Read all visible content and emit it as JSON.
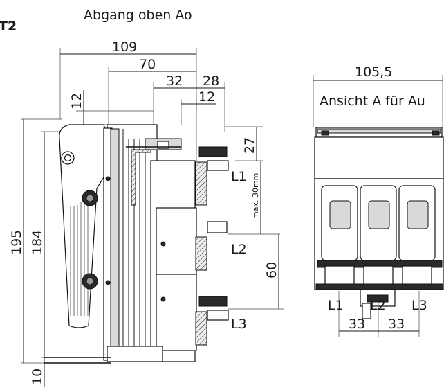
{
  "labels": {
    "code": "T2",
    "title": "Abgang oben Ao",
    "view_title": "Ansicht A für Au"
  },
  "dims_side": {
    "w109": "109",
    "w70": "70",
    "w32": "32",
    "w28": "28",
    "w12a": "12",
    "v12": "12",
    "v27": "27",
    "v195": "195",
    "v184": "184",
    "v60": "60",
    "v10": "10",
    "vmax": "max. 30mm"
  },
  "dims_front": {
    "w105": "105,5",
    "w33a": "33",
    "w33b": "33"
  },
  "phases_side": [
    "L1",
    "L2",
    "L3"
  ],
  "phases_front": [
    "L1",
    "L2",
    "L3"
  ]
}
